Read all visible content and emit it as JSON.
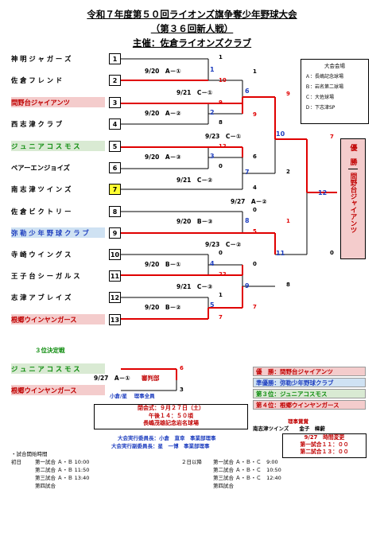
{
  "header": {
    "line1": "令和７年度第５０回ライオンズ旗争奪少年野球大会",
    "line2": "（第３６回新人戦）",
    "line3": "主催：佐倉ライオンズクラブ"
  },
  "teams": [
    {
      "seed": "1",
      "name": "神 明 ジ ャ ガ ー ズ"
    },
    {
      "seed": "2",
      "name": "佐 倉 フ レ ン ド"
    },
    {
      "seed": "3",
      "name": "間野台ジャイアンツ"
    },
    {
      "seed": "4",
      "name": "西 志 津 ク ラ ブ"
    },
    {
      "seed": "5",
      "name": "ジ ュ ニ ア コ ス モ ス"
    },
    {
      "seed": "6",
      "name": "ベアーエンジョイズ"
    },
    {
      "seed": "7",
      "name": "南 志 津 ツ イ ン ズ"
    },
    {
      "seed": "8",
      "name": "佐 倉 ビ ク ト リ ー"
    },
    {
      "seed": "9",
      "name": "弥 勒 少 年 野 球 ク ラ ブ"
    },
    {
      "seed": "10",
      "name": "寺 崎 ウ イ ン グ ス"
    },
    {
      "seed": "11",
      "name": "王 子 台 シ ー ガ ル ス"
    },
    {
      "seed": "12",
      "name": "志 津 ア ブ レ イ ズ"
    },
    {
      "seed": "13",
      "name": "根郷ウインヤンガース"
    }
  ],
  "matches": [
    {
      "no": "1",
      "label": "9/20　A－①",
      "top": "1",
      "bottom": "10"
    },
    {
      "no": "2",
      "label": "9/20　A－②",
      "top": "9",
      "bottom": "8"
    },
    {
      "no": "3",
      "label": "9/20　A－③",
      "top": "12",
      "bottom": "0"
    },
    {
      "no": "4",
      "label": "9/20　B－①",
      "top": "0",
      "bottom": "22"
    },
    {
      "no": "5",
      "label": "9/20　B－②",
      "top": "1",
      "bottom": "7"
    },
    {
      "no": "6",
      "label": "9/21　C－①",
      "top": "1",
      "bottom": "9"
    },
    {
      "no": "7",
      "label": "9/21　C－②",
      "top": "6",
      "bottom": "4"
    },
    {
      "no": "8",
      "label": "9/20　B－③",
      "top": "0",
      "bottom": "5"
    },
    {
      "no": "9",
      "label": "9/21　C－③",
      "top": "0",
      "bottom": "7"
    },
    {
      "no": "10",
      "label": "9/23　C－①",
      "top": "9",
      "bottom": "2"
    },
    {
      "no": "11",
      "label": "9/23　C－②",
      "top": "1",
      "bottom": "8"
    },
    {
      "no": "12",
      "label": "9/27　A－②",
      "top": "7",
      "bottom": "0"
    }
  ],
  "r1_m7_score": "4",
  "venues": {
    "title": "大会会場",
    "items": [
      "Ａ：長嶋記念球場",
      "Ｂ：岩名第二球場",
      "Ｃ：大佐球場",
      "Ｄ：下志津SP"
    ]
  },
  "champion": {
    "label": "優　勝",
    "name": "間野台ジャイアンツ"
  },
  "third_place": {
    "title": "３位決定戦",
    "team_a": "ジ ュ ニ ア コ ス モ ス",
    "team_b": "根郷ウインヤンガース",
    "label": "9/27　A－①",
    "judge": "審判部",
    "score_a": "6",
    "score_b": "3",
    "note": "小倉/星　 理事全員"
  },
  "results": [
    {
      "rank": "優　勝：",
      "name": "間野台ジャイアンツ",
      "color": "#f4cccc",
      "text": "#c00000"
    },
    {
      "rank": "準優勝：",
      "name": "弥勒少年野球クラブ",
      "color": "#cfe2f3",
      "text": "#1f3fbf"
    },
    {
      "rank": "第３位：",
      "name": "ジュニアコスモス",
      "color": "#d9ead3",
      "text": "#0a8a0a"
    },
    {
      "rank": "第４位：",
      "name": "根郷ウインヤンガース",
      "color": "#f4cccc",
      "text": "#c00000"
    }
  ],
  "closing": {
    "line1": "閉会式：９月２７日（土）",
    "line2": "午後１４：５０頃",
    "line3": "長嶋茂雄記念岩名球場"
  },
  "officials": {
    "l1": "大会実行委員長：小倉　直幸　事業部理事",
    "l2": "大会実行副委員長：星　一博　事業部理事"
  },
  "mvp": {
    "title": "理事賞賞",
    "line": "南志津ツインズ　　金子　樟蔚"
  },
  "notice": {
    "l1": "9/27　時間変更",
    "l2": "第一試合１１：００",
    "l3": "第二試合１３：００"
  },
  "schedule": {
    "header": "・試合開始時間",
    "day1": "初日",
    "left": [
      "第一試合 Ａ・Ｂ 10:00",
      "第二試合 Ａ・Ｂ 11:50",
      "第三試合 Ａ・Ｂ 13:40",
      "第四試合"
    ],
    "day2": "２日以降",
    "right": [
      "第一試合 Ａ・Ｂ・Ｃ　9:00",
      "第二試合 Ａ・Ｂ・Ｃ　10:50",
      "第三試合 Ａ・Ｂ・Ｃ　12:40",
      "第四試合"
    ]
  }
}
